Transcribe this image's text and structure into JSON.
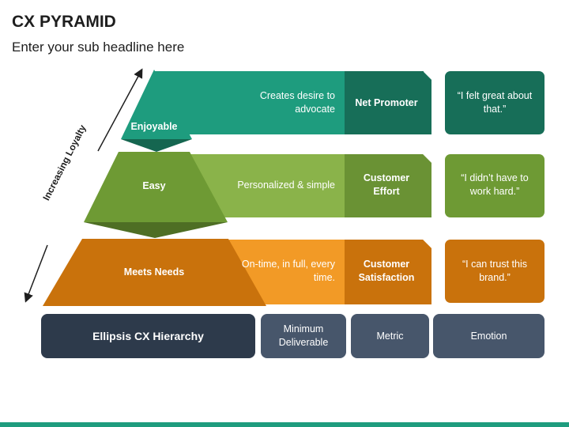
{
  "header": {
    "title": "CX PYRAMID",
    "subtitle": "Enter your sub headline here"
  },
  "axis": {
    "label": "Increasing Loyalty"
  },
  "levels": [
    {
      "name": "Enjoyable",
      "deliverable": "Creates desire to advocate",
      "metric": "Net Promoter",
      "emotion": "“I felt great about that.”",
      "color": "#1e9c7e"
    },
    {
      "name": "Easy",
      "deliverable": "Personalized & simple",
      "metric": "Customer Effort",
      "emotion": "“I didn’t have to work hard.”",
      "color": "#6e9a34"
    },
    {
      "name": "Meets Needs",
      "deliverable": "On-time, in full, every time.",
      "metric": "Customer Satisfaction",
      "emotion": "“I can trust this brand.”",
      "color": "#c9720c"
    }
  ],
  "footer": {
    "hierarchy": "Ellipsis CX Hierarchy",
    "deliverable": "Minimum Deliverable",
    "metric": "Metric",
    "emotion": "Emotion"
  }
}
